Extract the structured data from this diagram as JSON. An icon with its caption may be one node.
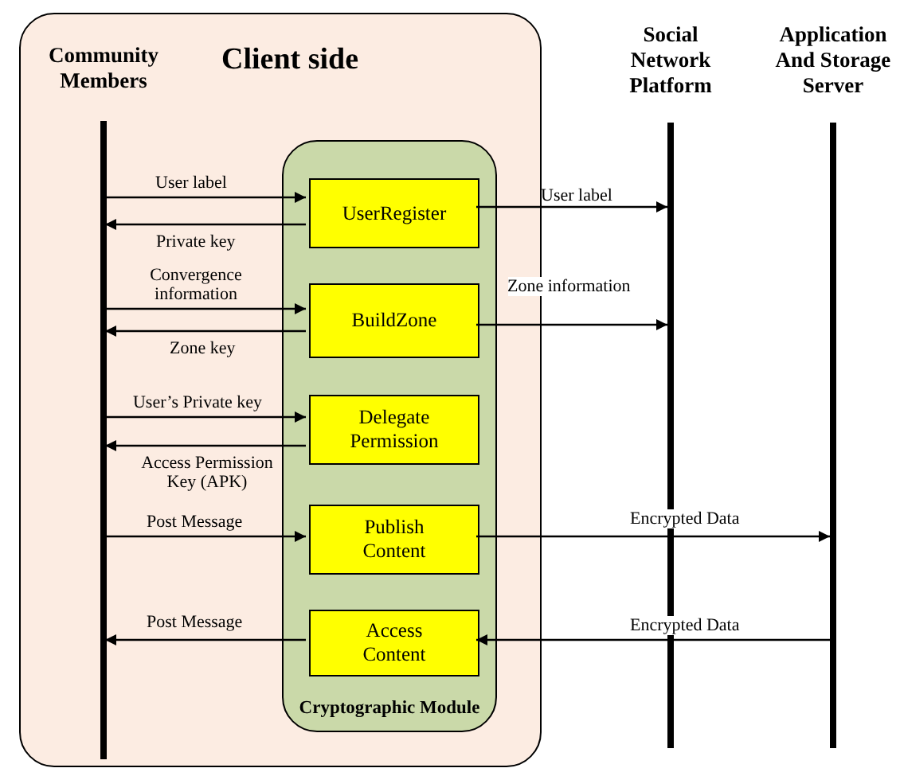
{
  "diagram": {
    "nodes": [
      {
        "text": [
          "Client side"
        ]
      },
      {
        "text": [
          "Community Members"
        ],
        "in": 0
      },
      {
        "text": [
          "Cryptographic Module"
        ],
        "in": 0
      },
      {
        "text": [
          "UserRegister"
        ],
        "in": 2
      },
      {
        "text": [
          "BuildZone"
        ],
        "in": 2
      },
      {
        "text": [
          "Delegate Permission"
        ],
        "in": 2
      },
      {
        "text": [
          "Publish Content"
        ],
        "in": 2
      },
      {
        "text": [
          "Access Content"
        ],
        "in": 2
      },
      {
        "text": [
          "Social Network Platform"
        ]
      },
      {
        "text": [
          "Application And Storage Server"
        ]
      }
    ],
    "edges": [
      {
        "from": 1,
        "to": 3,
        "arrow": "to",
        "label": "User label"
      },
      {
        "from": 3,
        "to": 1,
        "arrow": "to",
        "label": "Private key"
      },
      {
        "from": 3,
        "to": 8,
        "arrow": "to",
        "label": "User label"
      },
      {
        "from": 1,
        "to": 4,
        "arrow": "to",
        "label": "Convergence information"
      },
      {
        "from": 4,
        "to": 1,
        "arrow": "to",
        "label": "Zone key"
      },
      {
        "from": 4,
        "to": 8,
        "arrow": "to",
        "label": "Zone information"
      },
      {
        "from": 1,
        "to": 5,
        "arrow": "to",
        "label": "User’s Private key"
      },
      {
        "from": 5,
        "to": 1,
        "arrow": "to",
        "label": "Access Permission Key (APK)"
      },
      {
        "from": 1,
        "to": 6,
        "arrow": "to",
        "label": "Post Message"
      },
      {
        "from": 6,
        "to": 9,
        "arrow": "to",
        "label": "Encrypted Data"
      },
      {
        "from": 9,
        "to": 7,
        "arrow": "to",
        "label": "Encrypted Data"
      },
      {
        "from": 7,
        "to": 1,
        "arrow": "to",
        "label": "Post Message"
      }
    ]
  }
}
